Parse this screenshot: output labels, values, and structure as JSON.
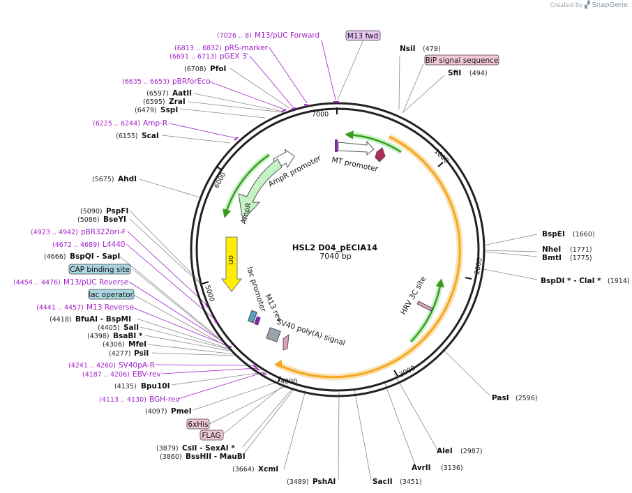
{
  "credit": {
    "prefix": "Created by",
    "brand": "SnapGene"
  },
  "plasmid": {
    "name": "HSL2 D04_pECIA14",
    "size_label": "7040 bp",
    "length": 7040
  },
  "ticks": [
    "1000",
    "2000",
    "3000",
    "4000",
    "5000",
    "6000",
    "7000"
  ],
  "sites": [
    {
      "name": "NsiI",
      "coord": "(479)"
    },
    {
      "name": "SfiI",
      "coord": "(494)"
    },
    {
      "name": "BspEI",
      "coord": "(1660)"
    },
    {
      "name": "NheI",
      "coord": "(1771)"
    },
    {
      "name": "BmtI",
      "coord": "(1775)"
    },
    {
      "name": "BspDI * - ClaI *",
      "coord": "(1914)"
    },
    {
      "name": "PasI",
      "coord": "(2596)"
    },
    {
      "name": "AleI",
      "coord": "(2987)"
    },
    {
      "name": "AvrII",
      "coord": "(3136)"
    },
    {
      "name": "SacII",
      "coord": "(3451)"
    },
    {
      "name": "PshAI",
      "coord": "(3489)"
    },
    {
      "name": "XcmI",
      "coord": "(3664)"
    },
    {
      "name": "BssHII - MauBI",
      "coord": "(3860)"
    },
    {
      "name": "CsiI - SexAI *",
      "coord": "(3879)"
    },
    {
      "name": "PmeI",
      "coord": "(4097)"
    },
    {
      "name": "Bpu10I",
      "coord": "(4135)"
    },
    {
      "name": "PsiI",
      "coord": "(4277)"
    },
    {
      "name": "MfeI",
      "coord": "(4306)"
    },
    {
      "name": "BsaBI *",
      "coord": "(4398)"
    },
    {
      "name": "SalI",
      "coord": "(4405)"
    },
    {
      "name": "BfuAI - BspMI",
      "coord": "(4418)"
    },
    {
      "name": "BspQI - SapI",
      "coord": "(4666)"
    },
    {
      "name": "BseYI",
      "coord": "(5086)"
    },
    {
      "name": "PspFI",
      "coord": "(5090)"
    },
    {
      "name": "AhdI",
      "coord": "(5675)"
    },
    {
      "name": "ScaI",
      "coord": "(6155)"
    },
    {
      "name": "SspI",
      "coord": "(6479)"
    },
    {
      "name": "ZraI",
      "coord": "(6595)"
    },
    {
      "name": "AatII",
      "coord": "(6597)"
    },
    {
      "name": "PfoI",
      "coord": "(6708)"
    }
  ],
  "primers": [
    {
      "name": "M13/pUC Forward",
      "coord": "(7026 .. 8)"
    },
    {
      "name": "pRS-marker",
      "coord": "(6813 .. 6832)"
    },
    {
      "name": "pGEX 3'",
      "coord": "(6691 .. 6713)"
    },
    {
      "name": "pBRforEco",
      "coord": "(6635 .. 6653)"
    },
    {
      "name": "Amp-R",
      "coord": "(6225 .. 6244)"
    },
    {
      "name": "pBR322ori-F",
      "coord": "(4923 .. 4942)"
    },
    {
      "name": "L4440",
      "coord": "(4672 .. 4689)"
    },
    {
      "name": "M13/pUC Reverse",
      "coord": "(4454 .. 4476)"
    },
    {
      "name": "M13 Reverse",
      "coord": "(4441 .. 4457)"
    },
    {
      "name": "SV40pA-R",
      "coord": "(4241 .. 4260)"
    },
    {
      "name": "EBV-rev",
      "coord": "(4187 .. 4206)"
    },
    {
      "name": "BGH-rev",
      "coord": "(4113 .. 4130)"
    }
  ],
  "boxed": [
    "M13 fwd",
    "BiP signal sequence",
    "CAP binding site",
    "lac operator",
    "6xHis",
    "FLAG"
  ],
  "features": [
    "MT promoter",
    "AmpR promoter",
    "AmpR",
    "ori",
    "lac promoter",
    "M13 rev",
    "SV40 poly(A) signal",
    "HRV 3C site"
  ],
  "colors": {
    "primer": "#a020c8",
    "boxed_purple": "#e4c6f3",
    "boxed_pink": "#f2c9d4",
    "boxed_blue": "#a9d6e0",
    "orf_orange": "#f5a623",
    "green": "#3a9a1e",
    "ori_yellow": "#ffee00",
    "ampr_green": "#c6f3c6"
  }
}
